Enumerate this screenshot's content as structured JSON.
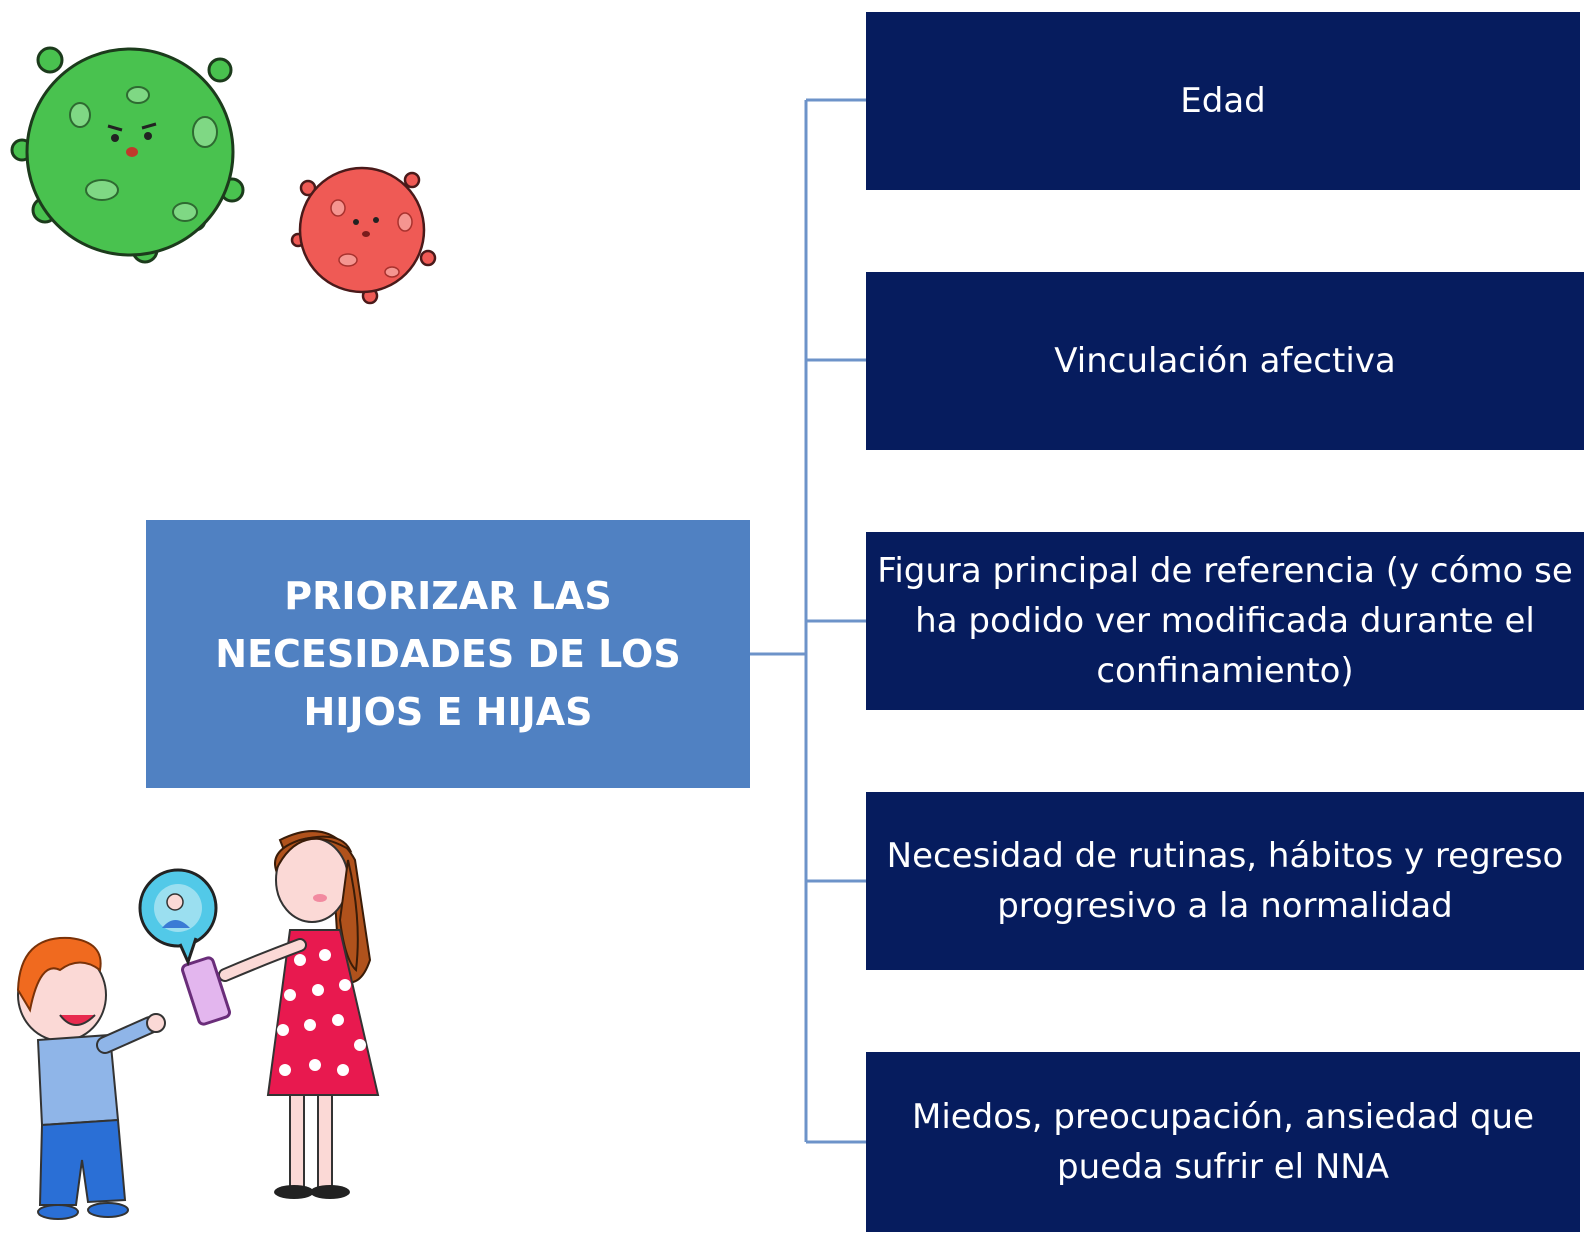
{
  "diagram": {
    "root": {
      "label": "PRIORIZAR LAS NECESIDADES DE LOS HIJOS E HIJAS"
    },
    "children": [
      {
        "label": "Edad"
      },
      {
        "label": "Vinculación afectiva"
      },
      {
        "label": "Figura principal de referencia (y  cómo se ha podido ver modificada durante el confinamiento)"
      },
      {
        "label": "Necesidad de rutinas, hábitos y regreso progresivo a la normalidad"
      },
      {
        "label": "Miedos, preocupación, ansiedad que pueda sufrir el NNA"
      }
    ]
  },
  "colors": {
    "root_fill": "#5081c2",
    "child_fill": "#061c5e",
    "connector": "#6d93c9"
  },
  "icons": [
    "green-virus-icon",
    "red-virus-icon",
    "children-with-phone-illustration"
  ]
}
